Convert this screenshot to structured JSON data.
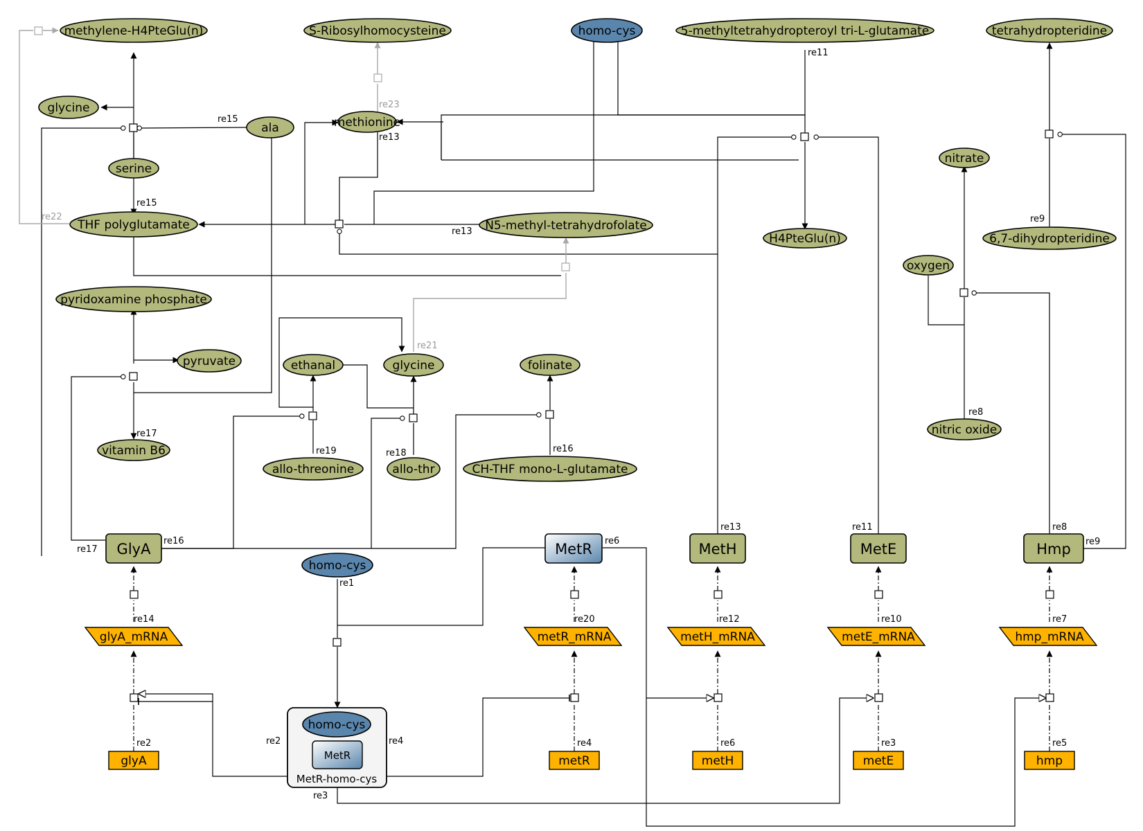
{
  "metabolites": {
    "methylene_h4ptegly": "methylene-H4PteGlu(n)",
    "s_ribosylhomocysteine": "S-Ribosylhomocysteine",
    "homo_cys_top": "homo-cys",
    "five_methyl": "5-methyltetrahydropteroyl tri-L-glutamate",
    "tetrahydropteridine": "tetrahydropteridine",
    "glycine_left": "glycine",
    "ala": "ala",
    "methionine": "methionine",
    "serine": "serine",
    "thf_polyglutamate": "THF polyglutamate",
    "n5_methyl": "N5-methyl-tetrahydrofolate",
    "h4ptegly": "H4PteGlu(n)",
    "nitrate": "nitrate",
    "dihydropteridine": "6,7-dihydropteridine",
    "oxygen": "oxygen",
    "pyridoxamine_phosphate": "pyridoxamine phosphate",
    "pyruvate": "pyruvate",
    "ethanal": "ethanal",
    "glycine_mid": "glycine",
    "folinate": "folinate",
    "vitamin_b6": "vitamin B6",
    "allo_threonine": "allo-threonine",
    "allo_thr": "allo-thr",
    "ch_thf": "CH-THF mono-L-glutamate",
    "nitric_oxide": "nitric oxide",
    "homo_cys_mid": "homo-cys"
  },
  "proteins": {
    "glya": "GlyA",
    "metr": "MetR",
    "meth": "MetH",
    "mete": "MetE",
    "hmp": "Hmp"
  },
  "rnas": {
    "glya_mrna": "glyA_mRNA",
    "metr_mrna": "metR_mRNA",
    "meth_mrna": "metH_mRNA",
    "mete_mrna": "metE_mRNA",
    "hmp_mrna": "hmp_mRNA"
  },
  "genes": {
    "glya": "glyA",
    "metr": "metR",
    "meth": "metH",
    "mete": "metE",
    "hmp": "hmp"
  },
  "complex": {
    "name": "MetR-homo-cys",
    "member_metabolite": "homo-cys",
    "member_protein": "MetR"
  },
  "reaction_labels": {
    "re1": "re1",
    "re2": "re2",
    "re2b": "re2",
    "re3": "re3",
    "re3b": "re3",
    "re4": "re4",
    "re4b": "re4",
    "re5": "re5",
    "re6": "re6",
    "re6b": "re6",
    "re7": "re7",
    "re8": "re8",
    "re8b": "re8",
    "re9": "re9",
    "re9b": "re9",
    "re10": "re10",
    "re11": "re11",
    "re11b": "re11",
    "re12": "re12",
    "re13": "re13",
    "re13b": "re13",
    "re13c": "re13",
    "re14": "re14",
    "re15": "re15",
    "re15b": "re15",
    "re16": "re16",
    "re17": "re17",
    "re17b": "re17",
    "re18": "re18",
    "re19": "re19",
    "re20": "re20",
    "re21": "re21",
    "re22": "re22",
    "re23": "re23",
    "re16b": "re16"
  },
  "colors": {
    "metabolite_fill": "#b3b97c",
    "ion_fill": "#5a86ad",
    "gene_fill": "#ffb300",
    "edge": "#000000",
    "edge_grey": "#a8a8a8"
  }
}
